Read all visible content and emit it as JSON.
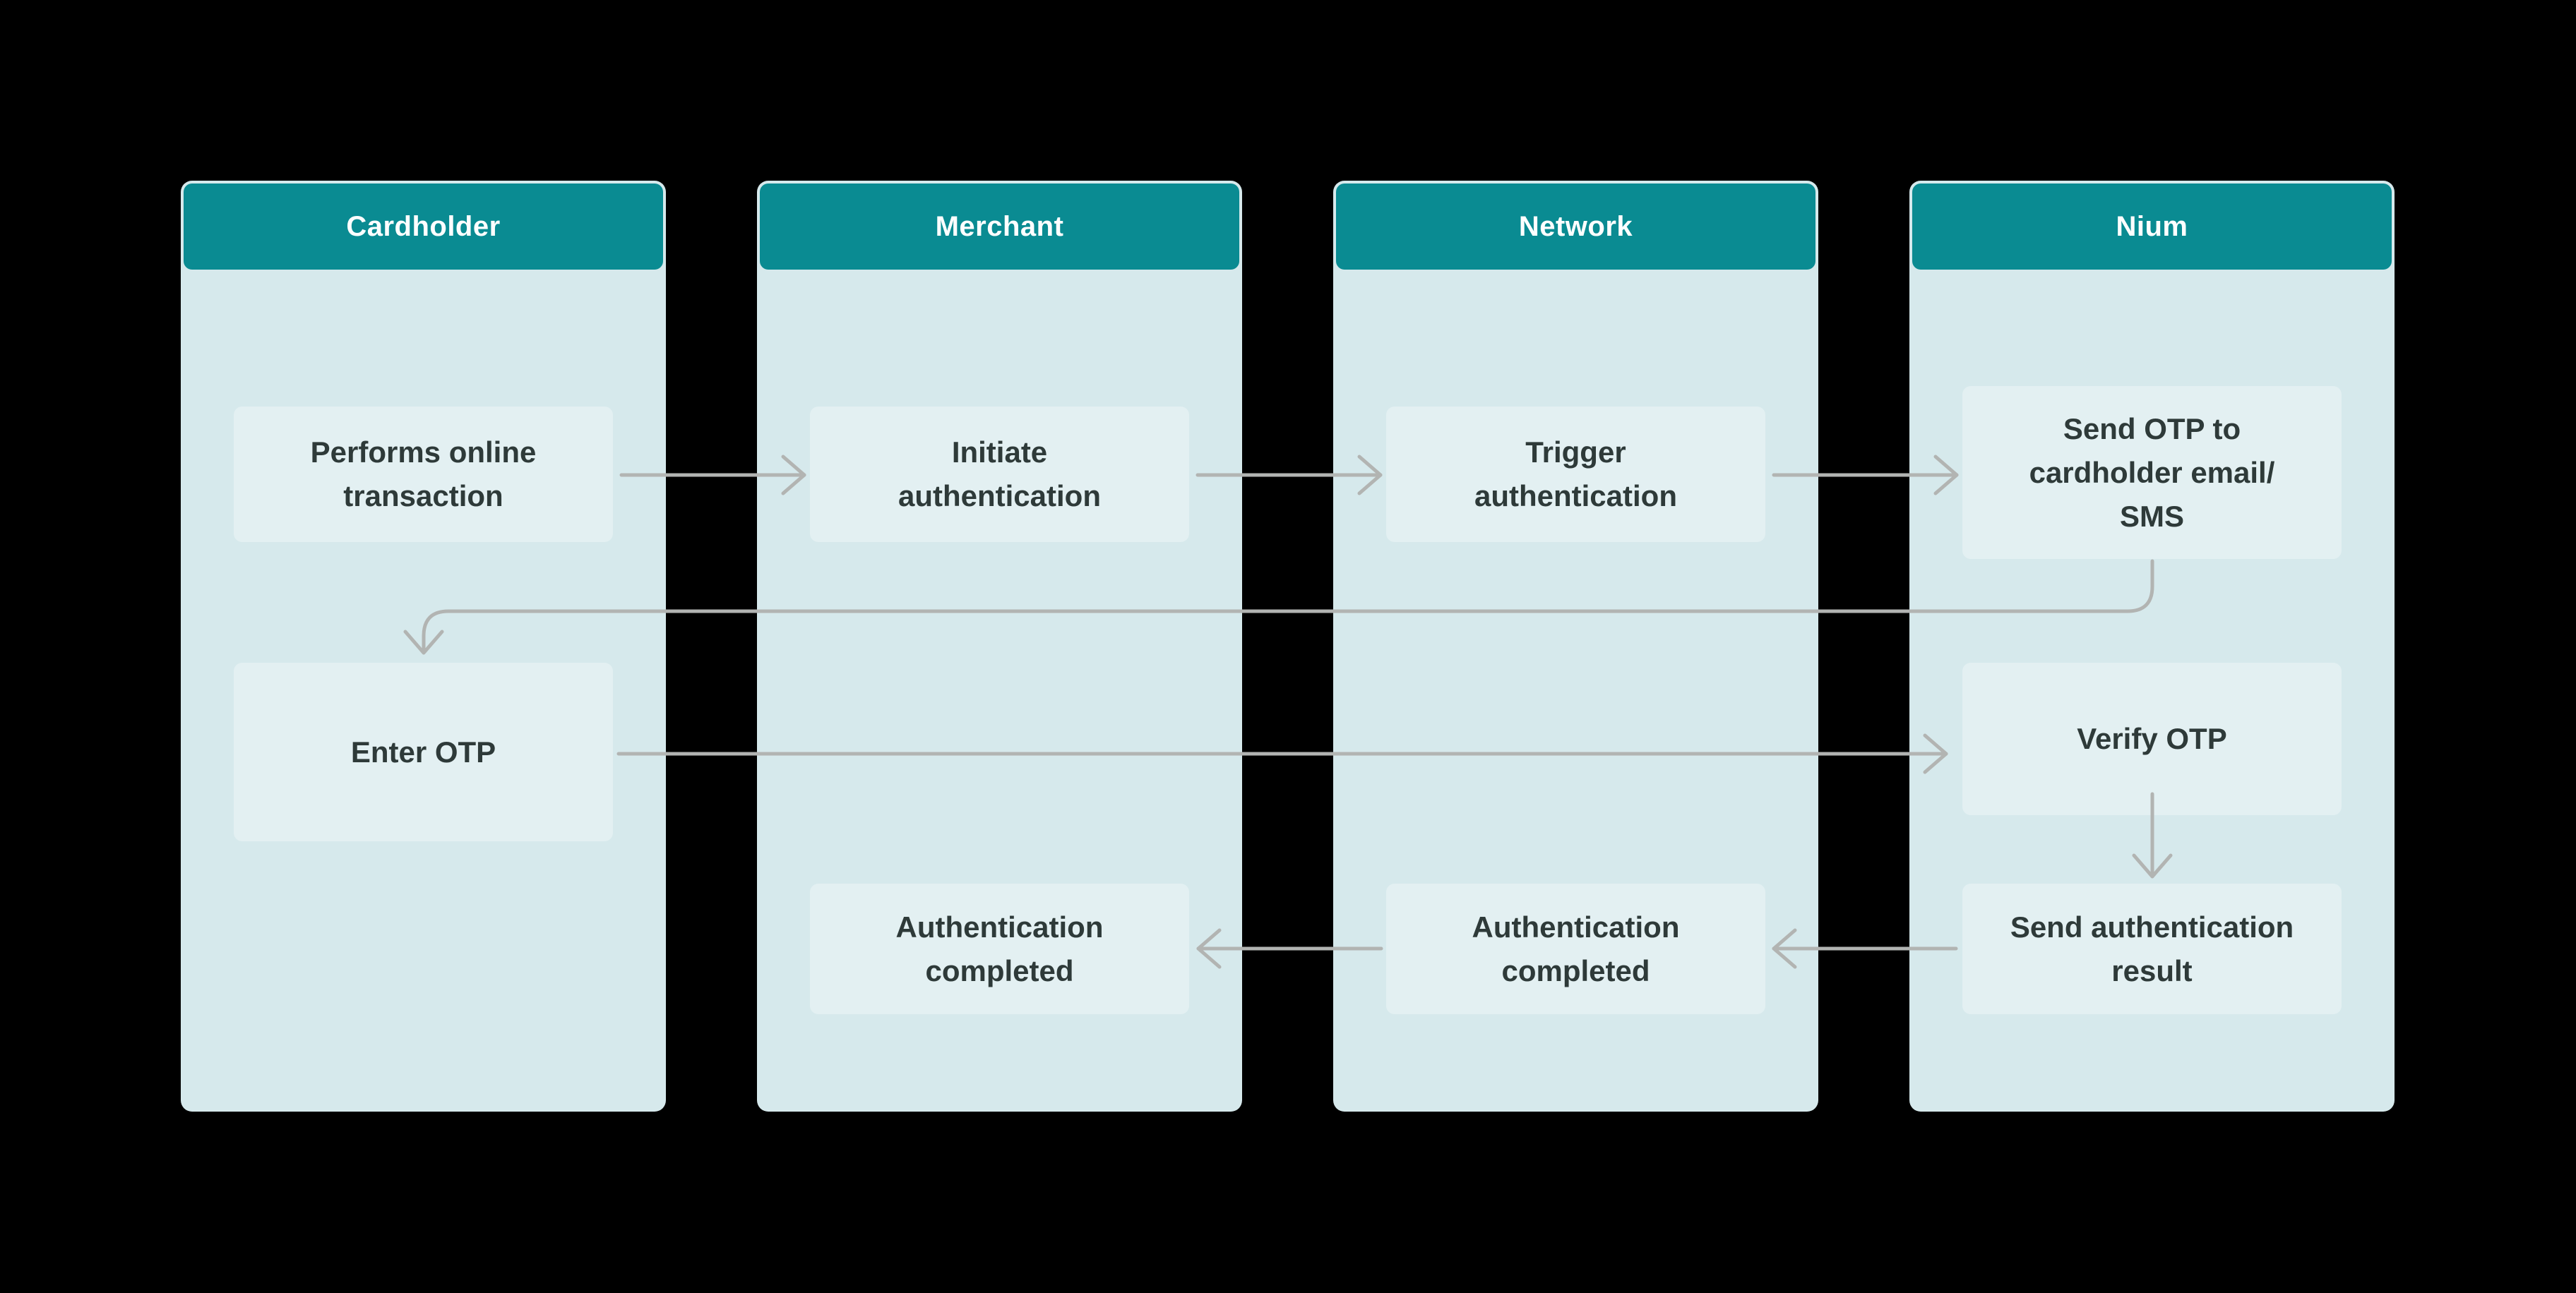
{
  "colors": {
    "background": "#000000",
    "header_teal": "#0a8b92",
    "lane_bg": "#d6e9ec",
    "step_box": "rgba(255,255,255,0.32)",
    "text": "#2e3a39",
    "arrow": "#b2b4b2",
    "header_text": "#ffffff"
  },
  "lanes": [
    {
      "title": "Cardholder",
      "steps": {
        "row1": "Performs online\ntransaction",
        "row2": "Enter OTP"
      }
    },
    {
      "title": "Merchant",
      "steps": {
        "row1": "Initiate\nauthentication",
        "row3": "Authentication\ncompleted"
      }
    },
    {
      "title": "Network",
      "steps": {
        "row1": "Trigger\nauthentication",
        "row3": "Authentication\ncompleted"
      }
    },
    {
      "title": "Nium",
      "steps": {
        "row1": "Send OTP to\ncardholder email/\nSMS",
        "row2": "Verify OTP",
        "row3": "Send authentication\nresult"
      }
    }
  ],
  "arrows": [
    {
      "name": "performs-transaction-to-initiate-authentication",
      "from": "Cardholder: Performs online transaction",
      "to": "Merchant: Initiate authentication",
      "direction": "right"
    },
    {
      "name": "initiate-authentication-to-trigger-authentication",
      "from": "Merchant: Initiate authentication",
      "to": "Network: Trigger authentication",
      "direction": "right"
    },
    {
      "name": "trigger-authentication-to-send-otp",
      "from": "Network: Trigger authentication",
      "to": "Nium: Send OTP to cardholder email/SMS",
      "direction": "right"
    },
    {
      "name": "send-otp-to-enter-otp",
      "from": "Nium: Send OTP to cardholder email/SMS",
      "to": "Cardholder: Enter OTP",
      "direction": "down-left-down"
    },
    {
      "name": "enter-otp-to-verify-otp",
      "from": "Cardholder: Enter OTP",
      "to": "Nium: Verify OTP",
      "direction": "right"
    },
    {
      "name": "verify-otp-to-send-result",
      "from": "Nium: Verify OTP",
      "to": "Nium: Send authentication result",
      "direction": "down"
    },
    {
      "name": "send-result-to-network-completed",
      "from": "Nium: Send authentication result",
      "to": "Network: Authentication completed",
      "direction": "left"
    },
    {
      "name": "network-completed-to-merchant-completed",
      "from": "Network: Authentication completed",
      "to": "Merchant: Authentication completed",
      "direction": "left"
    }
  ]
}
